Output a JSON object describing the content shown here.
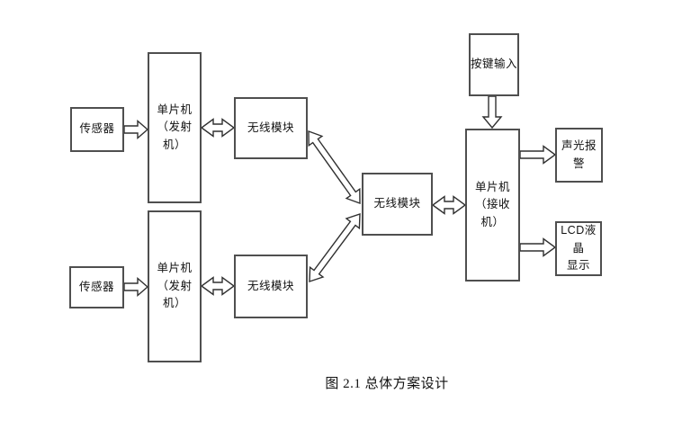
{
  "colors": {
    "background": "#ffffff",
    "box_border": "#4f4f4f",
    "arrow_stroke": "#303030",
    "arrow_fill": "#ffffff",
    "text": "#111111"
  },
  "caption": "图 2.1 总体方案设计",
  "diagram": {
    "nodes": [
      {
        "id": "sensor-1",
        "label": "传感器"
      },
      {
        "id": "mcu-tx-1",
        "label": "单片机\n（发射\n机）"
      },
      {
        "id": "wireless-1",
        "label": "无线模块"
      },
      {
        "id": "sensor-2",
        "label": "传感器"
      },
      {
        "id": "mcu-tx-2",
        "label": "单片机\n（发射\n机）"
      },
      {
        "id": "wireless-2",
        "label": "无线模块"
      },
      {
        "id": "wireless-center",
        "label": "无线模块"
      },
      {
        "id": "mcu-rx",
        "label": "单片机\n（接收\n机）"
      },
      {
        "id": "key-input",
        "label": "按键输入"
      },
      {
        "id": "alarm",
        "label": "声光报警"
      },
      {
        "id": "lcd",
        "label": "LCD液晶\n显示"
      }
    ],
    "connections": [
      {
        "from": "sensor-1",
        "to": "mcu-tx-1",
        "style": "single-hollow-arrow"
      },
      {
        "from": "mcu-tx-1",
        "to": "wireless-1",
        "style": "double-hollow-arrow"
      },
      {
        "from": "sensor-2",
        "to": "mcu-tx-2",
        "style": "single-hollow-arrow"
      },
      {
        "from": "mcu-tx-2",
        "to": "wireless-2",
        "style": "double-hollow-arrow"
      },
      {
        "from": "wireless-1",
        "to": "wireless-center",
        "style": "double-hollow-arrow"
      },
      {
        "from": "wireless-2",
        "to": "wireless-center",
        "style": "double-hollow-arrow"
      },
      {
        "from": "wireless-center",
        "to": "mcu-rx",
        "style": "double-hollow-arrow"
      },
      {
        "from": "key-input",
        "to": "mcu-rx",
        "style": "single-hollow-arrow"
      },
      {
        "from": "mcu-rx",
        "to": "alarm",
        "style": "single-hollow-arrow"
      },
      {
        "from": "mcu-rx",
        "to": "lcd",
        "style": "single-hollow-arrow"
      }
    ]
  }
}
